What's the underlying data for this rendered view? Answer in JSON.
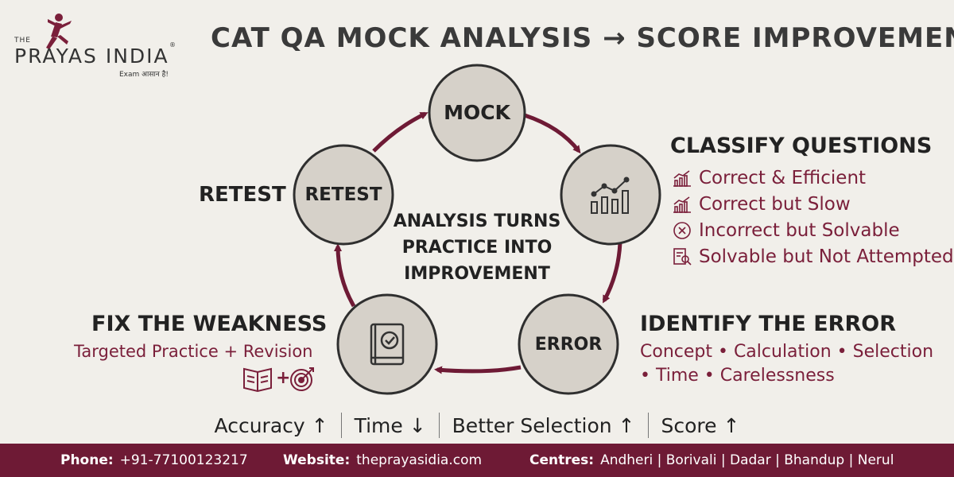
{
  "title": "CAT QA MOCK ANALYSIS → SCORE IMPROVEMENT",
  "logo": {
    "the": "THE",
    "word": "PRAYAS INDIA",
    "reg": "®",
    "tagline": "Exam आसान है!"
  },
  "cycle": {
    "mock": "MOCK",
    "retest": "RETEST",
    "error": "ERROR",
    "center": [
      "ANALYSIS TURNS",
      "PRACTICE INTO",
      "IMPROVEMENT"
    ]
  },
  "retest_heading": "RETEST",
  "classify": {
    "heading": "CLASSIFY QUESTIONS",
    "items": [
      {
        "label": "Correct & Efficient",
        "icon": "chart-icon"
      },
      {
        "label": "Correct but Slow",
        "icon": "chart-icon"
      },
      {
        "label": "Incorrect but Solvable",
        "icon": "cross-circle-icon"
      },
      {
        "label": "Solvable but Not Attempted",
        "icon": "document-search-icon"
      }
    ]
  },
  "identify": {
    "heading": "IDENTIFY THE ERROR",
    "line1": "Concept • Calculation • Selection",
    "line2": "• Time • Carelessness"
  },
  "fix": {
    "heading": "FIX THE WEAKNESS",
    "sub": "Targeted Practice + Revision",
    "plus": "+"
  },
  "metrics": [
    "Accuracy ↑",
    "Time ↓",
    "Better Selection ↑",
    "Score ↑"
  ],
  "footer": {
    "phone_label": "Phone:",
    "phone": "+91-7710012321​7",
    "website_label": "Website:",
    "website": "theprayasidia.com",
    "centres_label": "Centres:",
    "centres": "Andheri | Borivali | Dadar | Bhandup | Nerul"
  },
  "colors": {
    "accent": "#7a1f3a",
    "circle_fill": "#d6d1c9",
    "circle_stroke": "#2f2f2f",
    "footer": "#6e1a35",
    "background": "#f1efea"
  }
}
